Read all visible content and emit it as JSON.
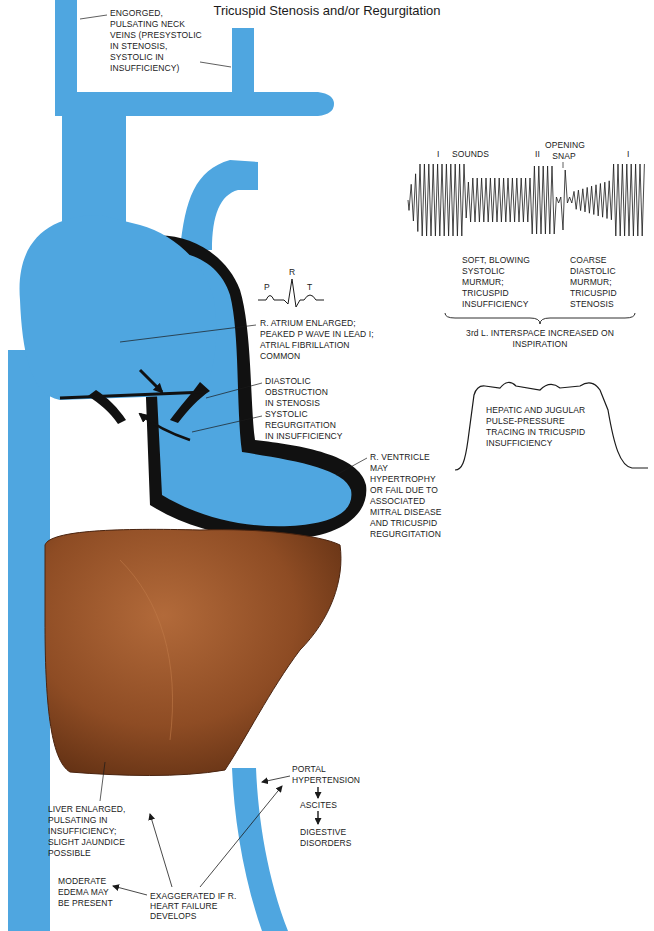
{
  "diagram": {
    "title": "Tricuspid Stenosis and/or Regurgitation",
    "labels": [
      "ENGORGED, PULSATING NECK VEINS (PRESYSTOLIC IN STENOSIS, SYSTOLIC IN INSUFFICIENCY)",
      "R",
      "P",
      "T",
      "R. ATRIUM ENLARGED; PEAKED P WAVE IN LEAD I; ATRIAL FIBRILLATION COMMON",
      "DIASTOLIC OBSTRUCTION IN STENOSIS",
      "SYSTOLIC REGURGITATION IN INSUFFICIENCY",
      "R. VENTRICLE MAY HYPERTROPHY OR FAIL DUE TO ASSOCIATED MITRAL DISEASE AND TRICUSPID REGURGITATION",
      "I",
      "SOUNDS",
      "II",
      "OPENING SNAP",
      "I",
      "SOFT, BLOWING SYSTOLIC MURMUR; TRICUSPID INSUFFICIENCY",
      "COARSE DIASTOLIC MURMUR; TRICUSPID STENOSIS",
      "3rd L. INTERSPACE INCREASED ON INSPIRATION",
      "HEPATIC AND JUGULAR PULSE-PRESSURE TRACING IN TRICUSPID INSUFFICIENCY",
      "PORTAL HYPERTENSION",
      "ASCITES",
      "DIGESTIVE DISORDERS",
      "LIVER ENLARGED, PULSATING IN INSUFFICIENCY; SLIGHT JAUNDICE POSSIBLE",
      "MODERATE EDEMA MAY BE PRESENT",
      "EXAGGERATED IF R. HEART FAILURE DEVELOPS"
    ]
  }
}
